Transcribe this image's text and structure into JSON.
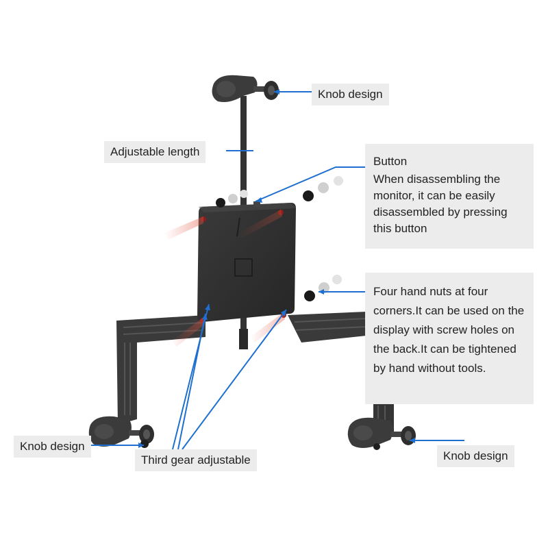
{
  "labels": {
    "knob_top": "Knob design",
    "adjustable_length": "Adjustable length",
    "knob_left": "Knob design",
    "third_gear": "Third gear adjustable",
    "knob_right": "Knob design"
  },
  "button_callout": {
    "title": "Button",
    "body": "When disassembling the monitor, it can be easily disassembled by pressing this button"
  },
  "nuts_callout": {
    "body": "Four hand nuts at four corners.It can be used on the display with screw holes on the back.It can be tightened by hand without tools."
  },
  "colors": {
    "bracket": "#3a3a3a",
    "plate": "#2f2f2f",
    "leader_line": "#1e6fd0",
    "label_bg": "#ececec",
    "laser": "#e0503c"
  }
}
